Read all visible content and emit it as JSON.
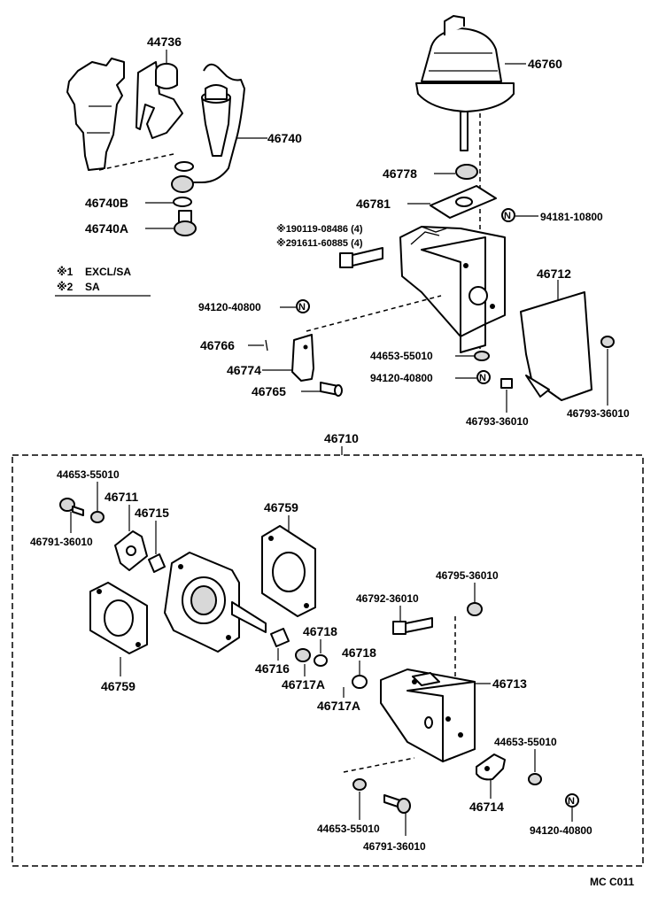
{
  "labels": {
    "p44736": "44736",
    "p46740": "46740",
    "p46740B": "46740B",
    "p46740A": "46740A",
    "p46760": "46760",
    "p46778": "46778",
    "p46781": "46781",
    "p94181": "94181-10800",
    "note1": "※190119-08486 (4)",
    "note2": "※291611-60885 (4)",
    "p46712": "46712",
    "p94120a": "94120-40800",
    "p46766": "46766",
    "p46774": "46774",
    "p46765": "46765",
    "p44653a": "44653-55010",
    "p94120b": "94120-40800",
    "p46793a": "46793-36010",
    "p46793b": "46793-36010",
    "p46710": "46710",
    "p44653b": "44653-55010",
    "p46711": "46711",
    "p46715": "46715",
    "p46791a": "46791-36010",
    "p46759a": "46759",
    "p46759b": "46759",
    "p46795": "46795-36010",
    "p46792": "46792-36010",
    "p46718a": "46718",
    "p46718b": "46718",
    "p46716": "46716",
    "p46717a": "46717A",
    "p46717b": "46717A",
    "p46713": "46713",
    "p44653c": "44653-55010",
    "p46714": "46714",
    "p44653d": "44653-55010",
    "p94120c": "94120-40800",
    "p46791b": "46791-36010",
    "footer": "MC C011"
  },
  "legend": {
    "mark1": "※1",
    "text1": "EXCL/SA",
    "mark2": "※2",
    "text2": "SA"
  },
  "icons": {
    "nut_letter": "N"
  }
}
